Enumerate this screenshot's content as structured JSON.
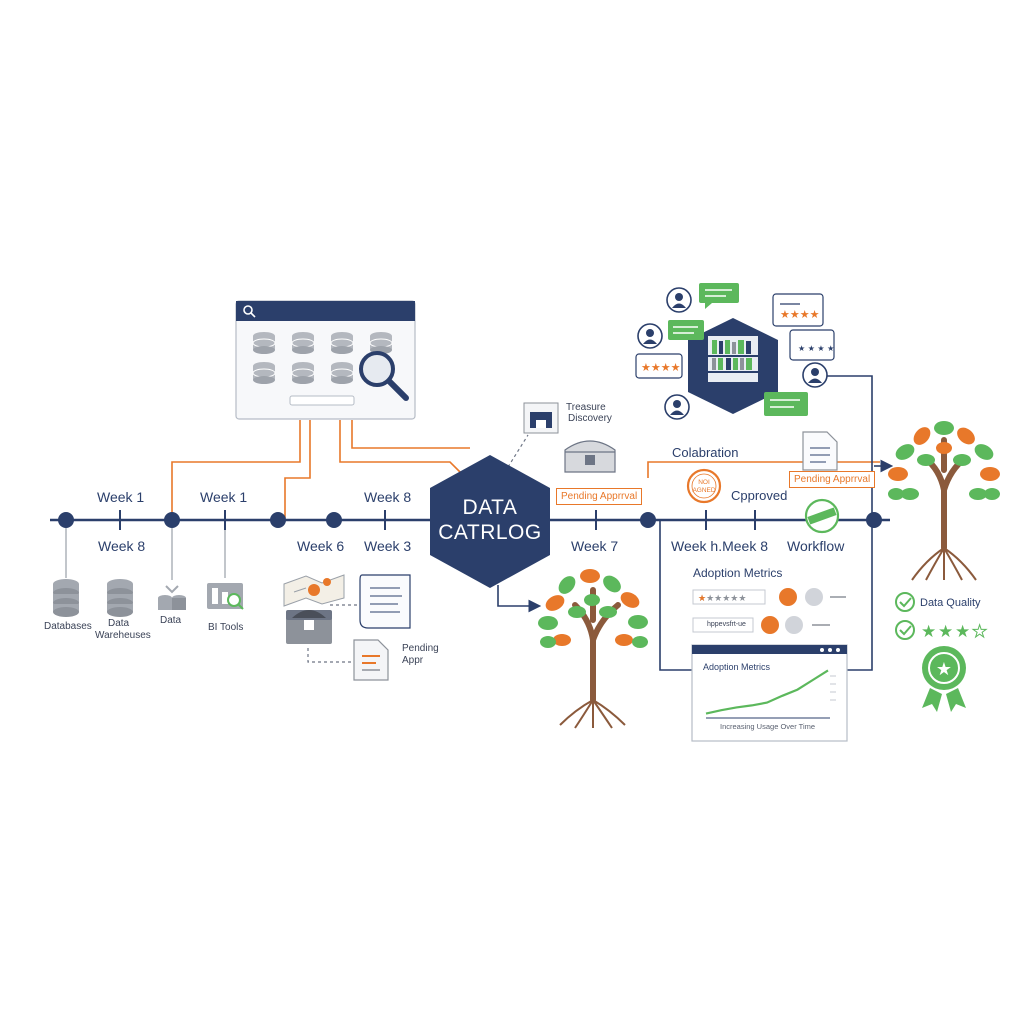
{
  "timeline": {
    "week_labels_top": [
      "Week 1",
      "Week 1",
      "Week 8"
    ],
    "week_labels_bottom": [
      "Week 8",
      "Week 6",
      "Week 3",
      "Week 7",
      "Week h.Meek 8"
    ],
    "workflow": "Workflow"
  },
  "sources": {
    "databases": "Databases",
    "warehouses_line1": "Data",
    "warehouses_line2": "Wareheuses",
    "data": "Data",
    "bi_tools": "BI Tools"
  },
  "center": {
    "line1": "DATA",
    "line2": "CATRLOG"
  },
  "discovery": {
    "line1": "Treasure",
    "line2": "Discovery"
  },
  "pending": {
    "tag_center": "Pending Apprrval",
    "tag_right": "Pending Apprrval",
    "doc_line1": "Pending",
    "doc_line2": "Appr"
  },
  "collab": {
    "title": "Colabration",
    "approved": "Cpproved",
    "stamp": "NOI\nAGNED"
  },
  "adoption": {
    "title": "Adoption Metrics",
    "row2_text": "hppevsfrt-ue",
    "panel_title": "Adoption Metrics",
    "panel_caption": "Increasing Usage Over Time",
    "trend": [
      0.05,
      0.12,
      0.18,
      0.22,
      0.28,
      0.42,
      0.55,
      0.75,
      0.95
    ]
  },
  "quality": {
    "label": "Data Quality",
    "stars_filled": 3,
    "stars_total": 4
  },
  "colors": {
    "navy": "#2b3f6b",
    "orange": "#e8782a",
    "green": "#5cb85c",
    "gray": "#9aa0a8",
    "brown": "#8b5a3c"
  }
}
